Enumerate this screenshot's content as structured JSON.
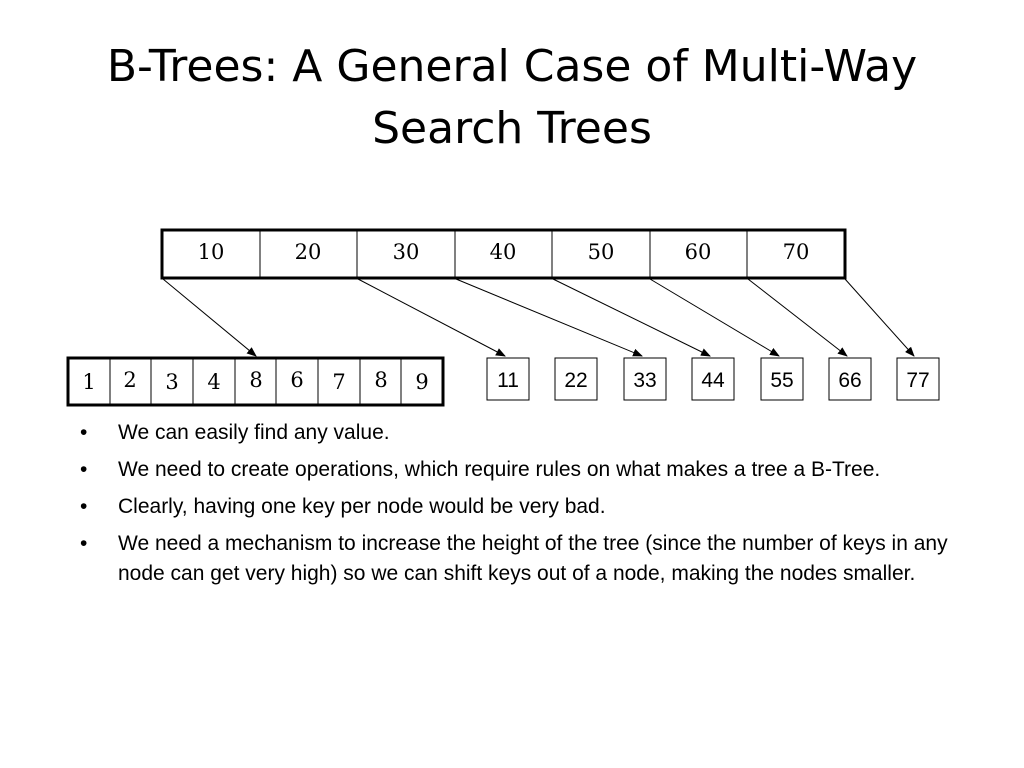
{
  "title": "B-Trees: A General Case of Multi-Way Search Trees",
  "root_keys": [
    "10",
    "20",
    "30",
    "40",
    "50",
    "60",
    "70"
  ],
  "leaf_keys": [
    "1",
    "2",
    "3",
    "4",
    "8",
    "6",
    "7",
    "8",
    "9"
  ],
  "child_keys": [
    "11",
    "22",
    "33",
    "44",
    "55",
    "66",
    "77"
  ],
  "bullet_char": "•",
  "bullets": [
    "We can easily find any value.",
    "We need to create operations, which require rules on what makes a tree a B-Tree.",
    "Clearly, having one key per node would be very bad.",
    "We need a mechanism to increase the height of the tree (since the number of keys in any node can get very high) so we can shift keys out of a node, making the nodes smaller."
  ]
}
